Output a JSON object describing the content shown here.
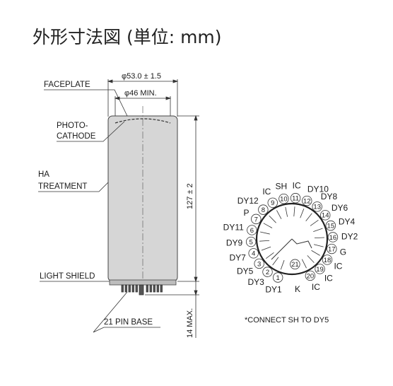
{
  "title": "外形寸法図 (単位: mm)",
  "labels": {
    "faceplate": "FACEPLATE",
    "photo": "PHOTO-",
    "cathode": "CATHODE",
    "ha": "HA",
    "treatment": "TREATMENT",
    "light_shield": "LIGHT SHIELD",
    "pin_base": "21 PIN BASE"
  },
  "dimensions": {
    "outer_diameter": "φ53.0 ± 1.5",
    "inner_diameter": "φ46 MIN.",
    "length": "127 ± 2",
    "base_height": "14 MAX."
  },
  "pins": [
    {
      "num": "1",
      "label": "DY1"
    },
    {
      "num": "2",
      "label": "DY3"
    },
    {
      "num": "3",
      "label": "DY5"
    },
    {
      "num": "4",
      "label": "DY7"
    },
    {
      "num": "5",
      "label": "DY9"
    },
    {
      "num": "6",
      "label": "DY11"
    },
    {
      "num": "7",
      "label": "P"
    },
    {
      "num": "8",
      "label": "DY12"
    },
    {
      "num": "9",
      "label": "IC"
    },
    {
      "num": "10",
      "label": "SH"
    },
    {
      "num": "11",
      "label": "IC"
    },
    {
      "num": "12",
      "label": "DY10"
    },
    {
      "num": "13",
      "label": "DY8"
    },
    {
      "num": "14",
      "label": "DY6"
    },
    {
      "num": "15",
      "label": "DY4"
    },
    {
      "num": "16",
      "label": "DY2"
    },
    {
      "num": "17",
      "label": "G"
    },
    {
      "num": "18",
      "label": "IC"
    },
    {
      "num": "19",
      "label": "IC"
    },
    {
      "num": "20",
      "label": "IC"
    },
    {
      "num": "21",
      "label": "K"
    }
  ],
  "note": "*CONNECT SH TO DY5"
}
